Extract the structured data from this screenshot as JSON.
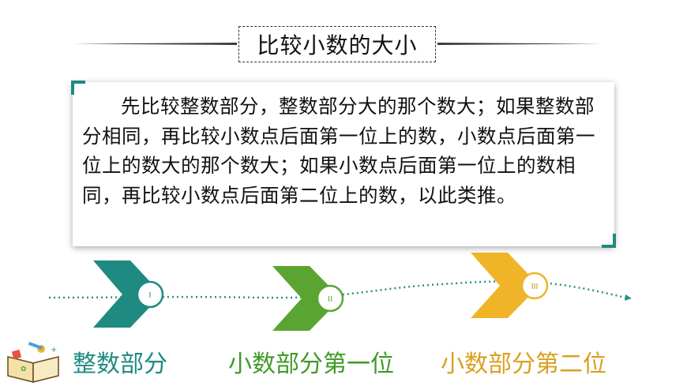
{
  "title": "比较小数的大小",
  "rule_text": "先比较整数部分，整数部分大的那个数大；如果整数部分相同，再比较小数点后面第一位上的数，小数点后面第一位上的数大的那个数大；如果小数点后面第一位上的数相同，再比较小数点后面第二位上的数，以此类推。",
  "steps": [
    {
      "numeral": "I",
      "label": "整数部分",
      "color": "#1f8a82"
    },
    {
      "numeral": "II",
      "label": "小数部分第一位",
      "color": "#5aa532"
    },
    {
      "numeral": "III",
      "label": "小数部分第二位",
      "color": "#f0b429"
    }
  ],
  "colors": {
    "accent": "#1f8a82",
    "flow_line": "#2b8f8a"
  },
  "icons": [
    "book-icon"
  ]
}
